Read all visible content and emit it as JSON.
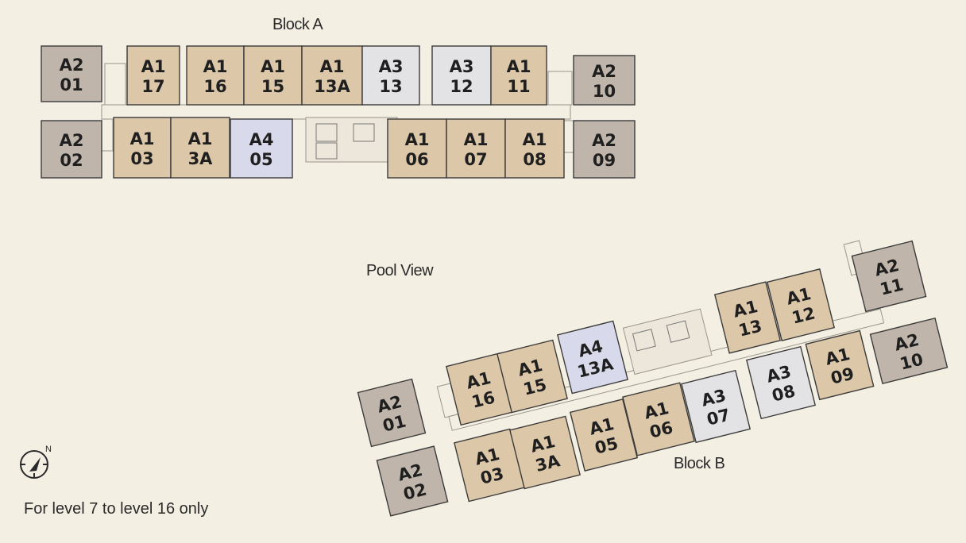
{
  "labels": {
    "block_a": "Block A",
    "block_b": "Block B",
    "pool_view": "Pool View",
    "note": "For level 7 to level 16 only",
    "compass_letter": "N"
  },
  "colors": {
    "a1": "#dcc7a9",
    "a2": "#bfb5aa",
    "a3": "#e3e3e6",
    "a4": "#d8d9ea",
    "stroke": "#3b3b3b",
    "core": "#ece7da"
  },
  "block_a": {
    "units": [
      {
        "type": "A2",
        "num": "01"
      },
      {
        "type": "A1",
        "num": "17"
      },
      {
        "type": "A1",
        "num": "16"
      },
      {
        "type": "A1",
        "num": "15"
      },
      {
        "type": "A1",
        "num": "13A"
      },
      {
        "type": "A3",
        "num": "13"
      },
      {
        "type": "A3",
        "num": "12"
      },
      {
        "type": "A1",
        "num": "11"
      },
      {
        "type": "A2",
        "num": "10"
      },
      {
        "type": "A2",
        "num": "02"
      },
      {
        "type": "A1",
        "num": "03"
      },
      {
        "type": "A1",
        "num": "3A"
      },
      {
        "type": "A4",
        "num": "05"
      },
      {
        "type": "A1",
        "num": "06"
      },
      {
        "type": "A1",
        "num": "07"
      },
      {
        "type": "A1",
        "num": "08"
      },
      {
        "type": "A2",
        "num": "09"
      }
    ]
  },
  "block_b": {
    "units": [
      {
        "type": "A2",
        "num": "01"
      },
      {
        "type": "A1",
        "num": "16"
      },
      {
        "type": "A1",
        "num": "15"
      },
      {
        "type": "A4",
        "num": "13A"
      },
      {
        "type": "A1",
        "num": "13"
      },
      {
        "type": "A1",
        "num": "12"
      },
      {
        "type": "A2",
        "num": "11"
      },
      {
        "type": "A2",
        "num": "02"
      },
      {
        "type": "A1",
        "num": "03"
      },
      {
        "type": "A1",
        "num": "3A"
      },
      {
        "type": "A1",
        "num": "05"
      },
      {
        "type": "A1",
        "num": "06"
      },
      {
        "type": "A3",
        "num": "07"
      },
      {
        "type": "A3",
        "num": "08"
      },
      {
        "type": "A1",
        "num": "09"
      },
      {
        "type": "A2",
        "num": "10"
      }
    ]
  }
}
